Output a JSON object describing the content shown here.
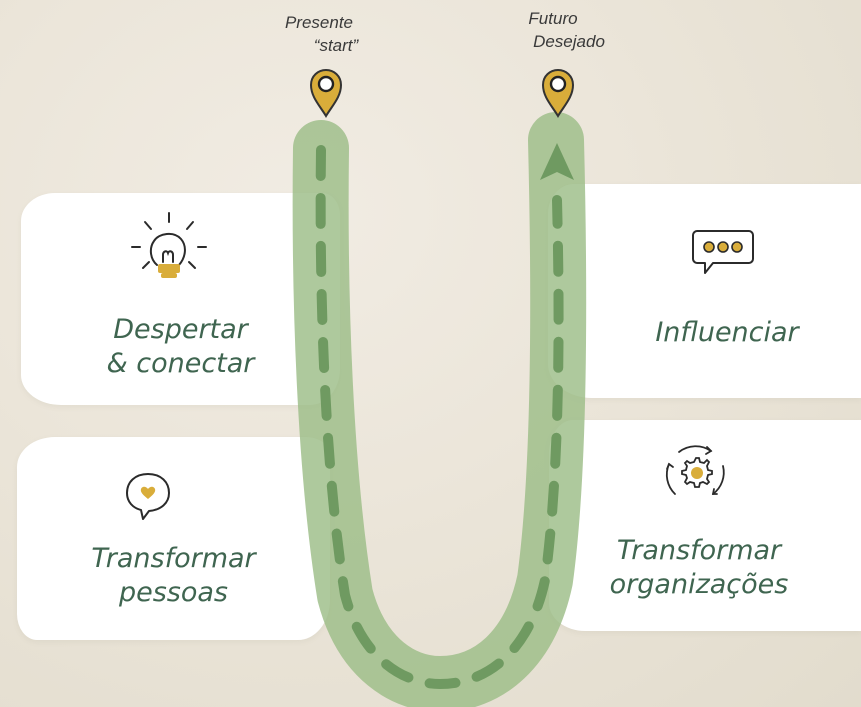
{
  "start_marker": {
    "line1": "Presente",
    "line2": "“start”",
    "icon": "map-pin-icon"
  },
  "end_marker": {
    "line1": "Futuro",
    "line2": "Desejado",
    "icon": "map-pin-icon"
  },
  "cards": {
    "despertar": {
      "line1": "Despertar",
      "line2": "& conectar",
      "icon": "lightbulb-icon"
    },
    "transformar_pessoas": {
      "line1": "Transformar",
      "line2": "pessoas",
      "icon": "heart-speech-bubble-icon"
    },
    "influenciar": {
      "line1": "Influenciar",
      "icon": "chat-dots-icon"
    },
    "transformar_organizacoes": {
      "line1": "Transformar",
      "line2": "organizações",
      "icon": "gear-cycle-icon"
    }
  },
  "colors": {
    "path": "#9cbd88",
    "path_dashes": "#6f9a61",
    "label_text": "#3f6550",
    "accent": "#d9ad3a",
    "background": "#ece6db"
  }
}
